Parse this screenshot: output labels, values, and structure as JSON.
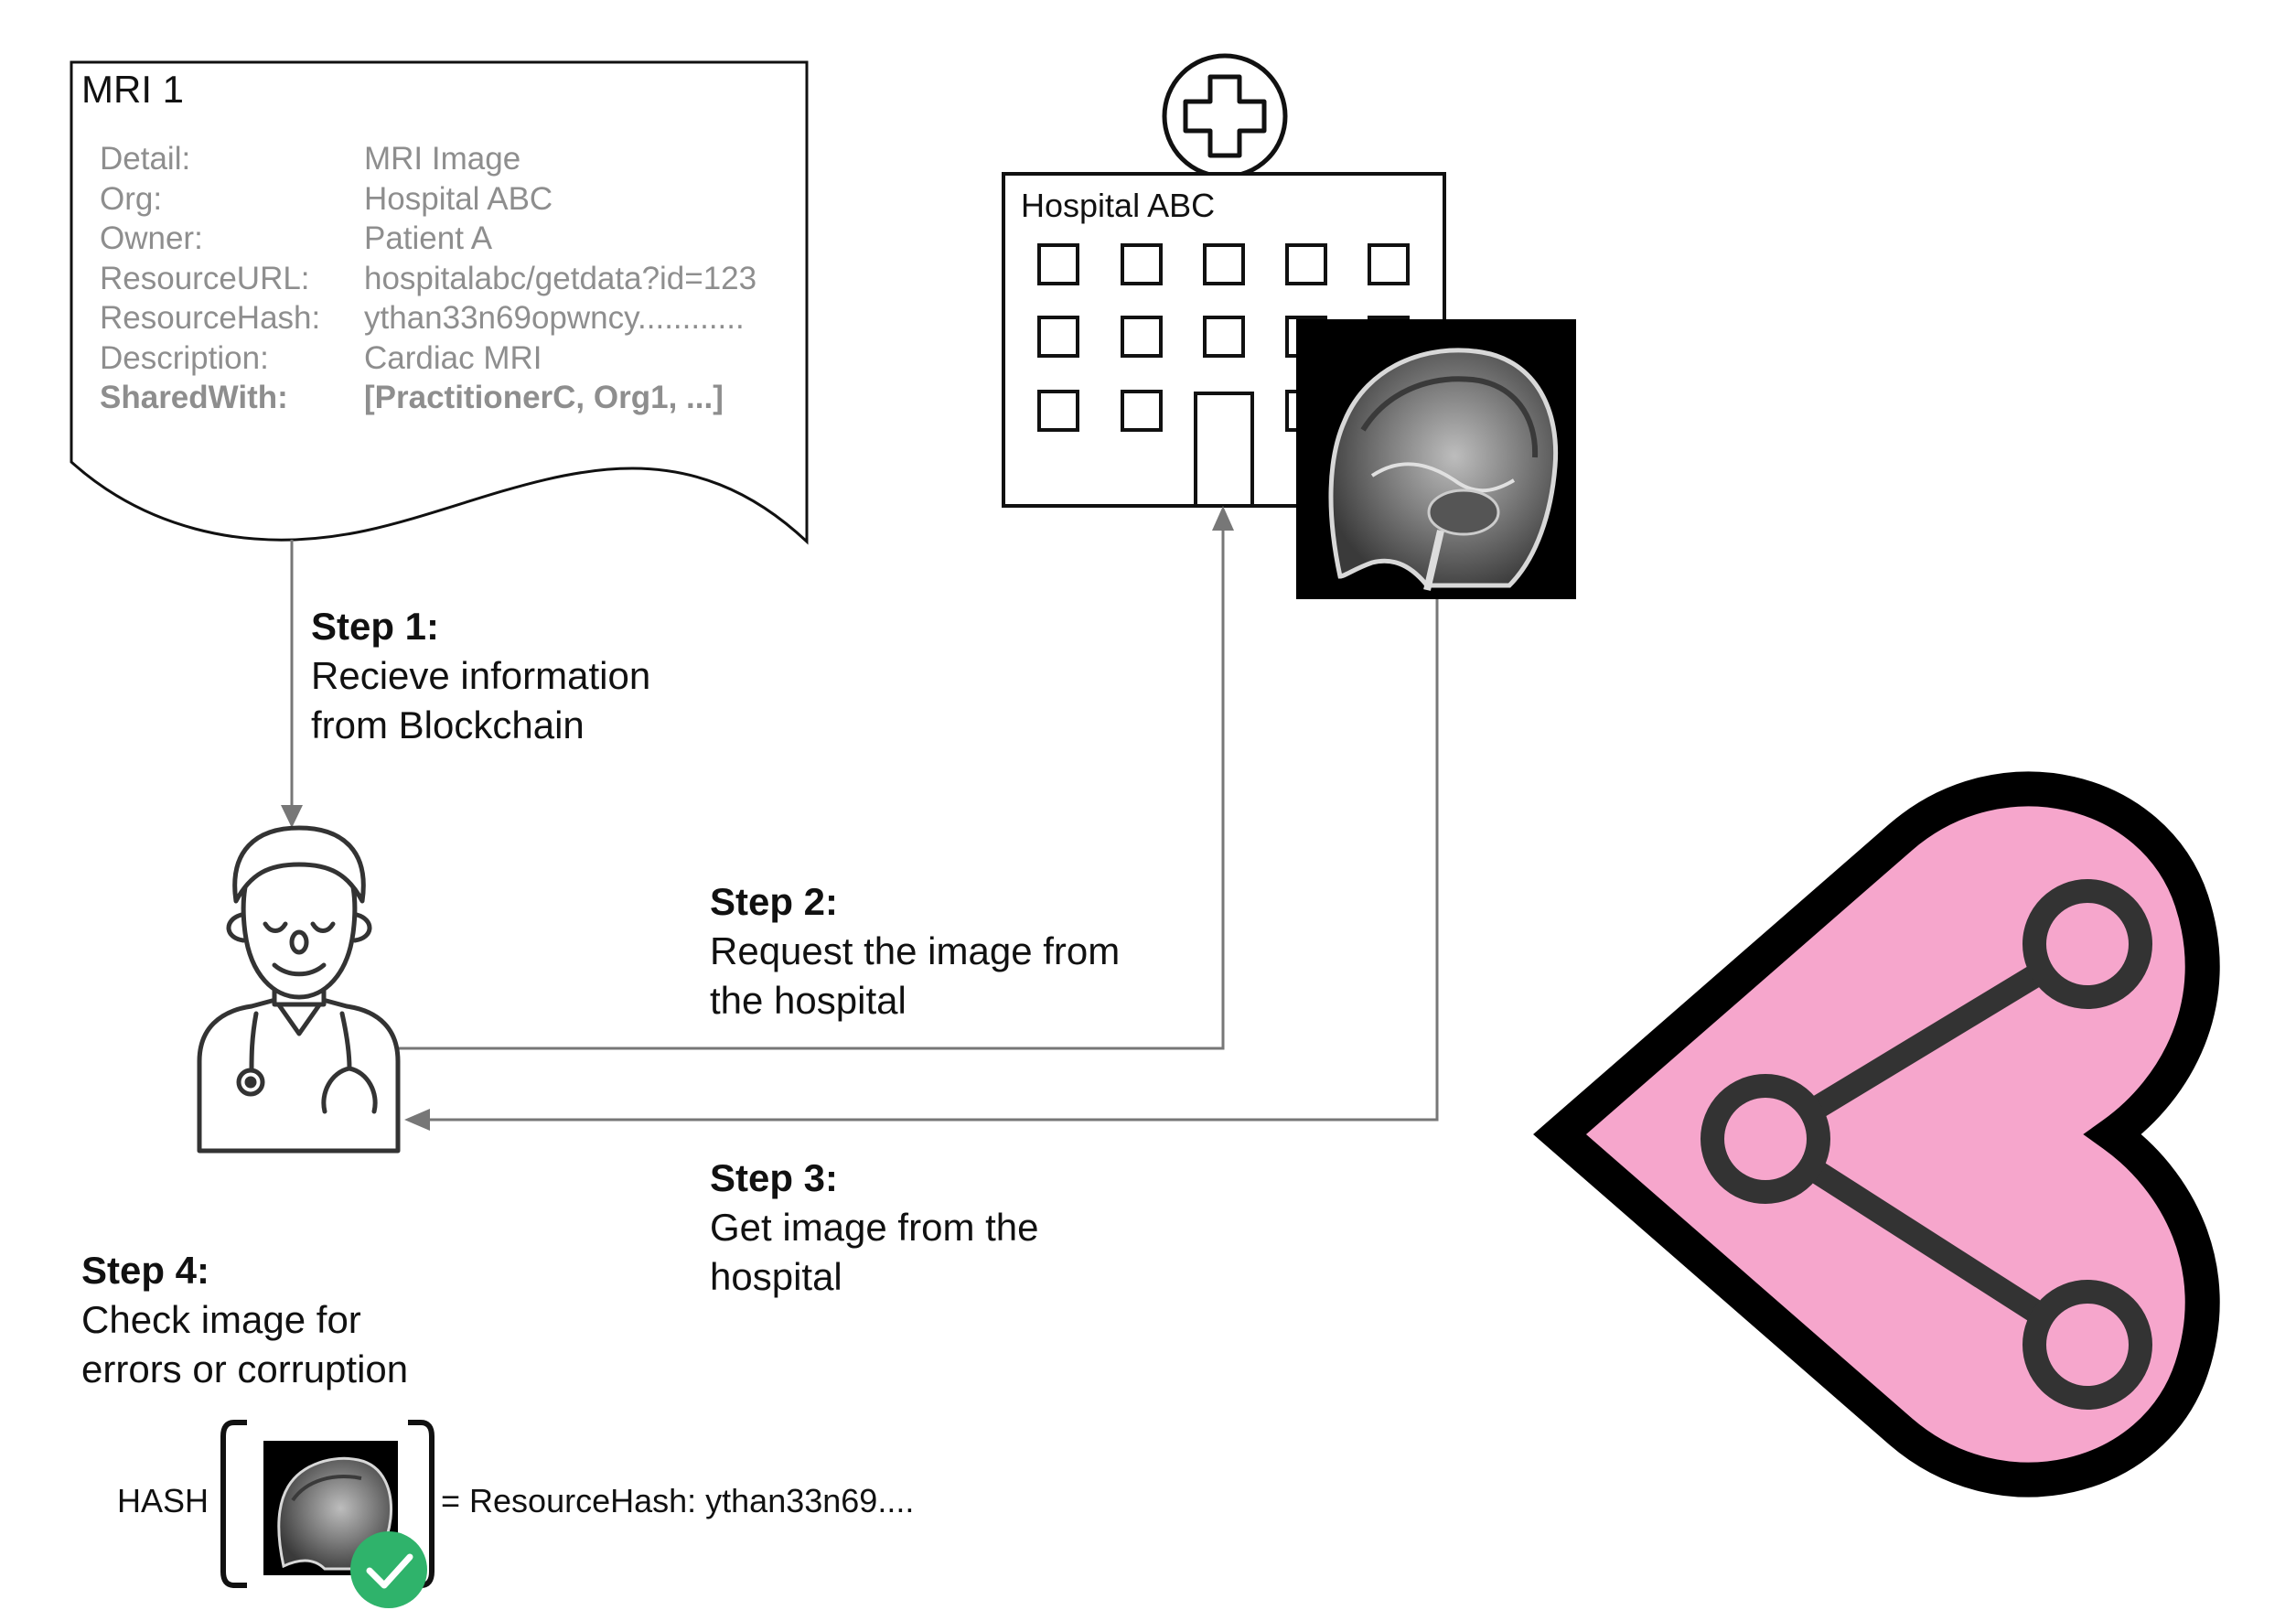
{
  "document": {
    "title": "MRI 1",
    "fields": [
      {
        "key": "Detail:",
        "value": "MRI Image",
        "bold": false
      },
      {
        "key": "Org:",
        "value": "Hospital ABC",
        "bold": false
      },
      {
        "key": "Owner:",
        "value": "Patient A",
        "bold": false
      },
      {
        "key": "ResourceURL:",
        "value": "hospitalabc/getdata?id=123",
        "bold": false
      },
      {
        "key": "ResourceHash:",
        "value": "ythan33n69opwncy............",
        "bold": false
      },
      {
        "key": "Description:",
        "value": "Cardiac MRI",
        "bold": false
      },
      {
        "key": "SharedWith:",
        "value": "[PractitionerC, Org1, ...]",
        "bold": true
      }
    ]
  },
  "hospital": {
    "name": "Hospital ABC",
    "icon": "hospital-building-icon",
    "sign_icon": "medical-cross-icon"
  },
  "steps": [
    {
      "label": "Step 1:",
      "lines": [
        "Recieve information",
        "from Blockchain"
      ]
    },
    {
      "label": "Step 2:",
      "lines": [
        "Request the image from",
        "the hospital"
      ]
    },
    {
      "label": "Step 3:",
      "lines": [
        "Get image from the",
        "hospital"
      ]
    },
    {
      "label": "Step 4:",
      "lines": [
        "Check image for",
        "errors or corruption"
      ]
    }
  ],
  "hash_check": {
    "label": "HASH",
    "result": "= ResourceHash: ythan33n69....",
    "status_icon": "check-circle-icon"
  },
  "icons": {
    "doctor": "doctor-icon",
    "mri": "mri-brain-scan-image",
    "logo": "heart-share-logo-icon"
  },
  "colors": {
    "arrow": "#777777",
    "logo_fill": "#f6a6cc",
    "check": "#2fb36b",
    "meta_text": "#8e8e8e"
  }
}
